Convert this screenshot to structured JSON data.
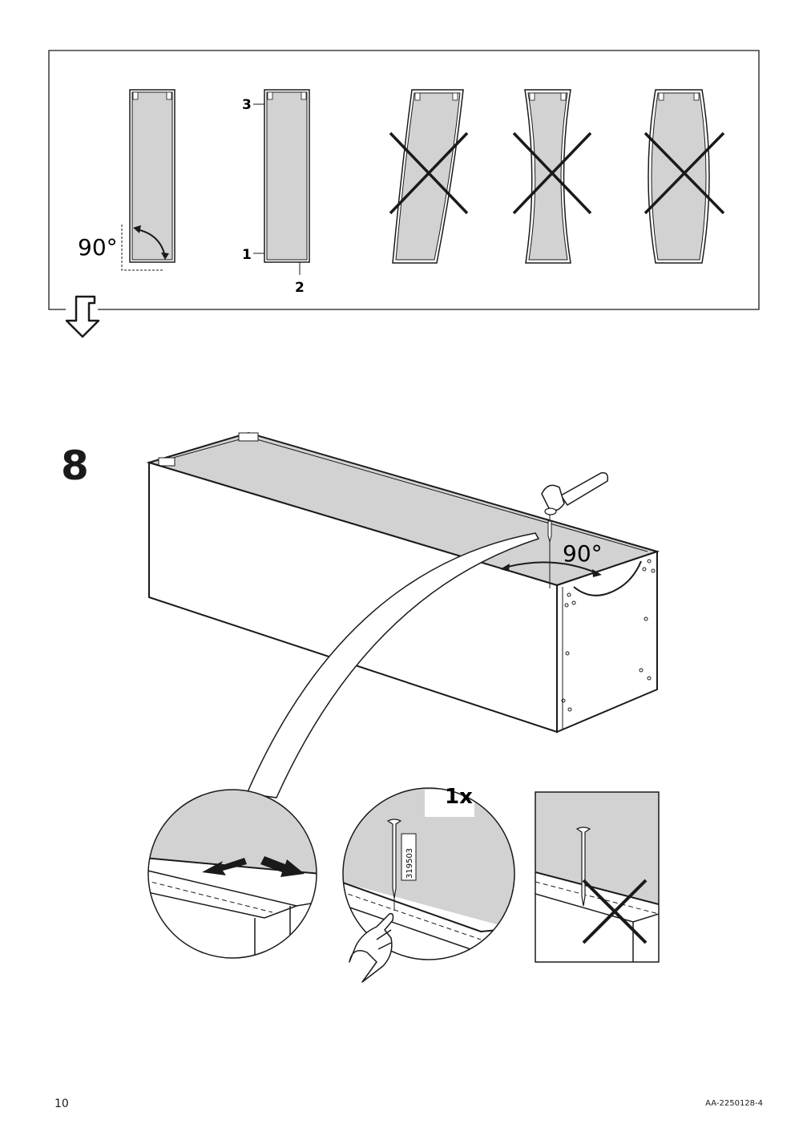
{
  "top_panel": {
    "angle_label": "90°",
    "point_labels": [
      "3",
      "1",
      "2"
    ]
  },
  "step": {
    "number": "8"
  },
  "main_figure": {
    "angle_label": "90°"
  },
  "nail_detail": {
    "quantity": "1x",
    "part_number": "319503"
  },
  "footer": {
    "page_number": "10",
    "doc_code": "AA-2250128-4"
  },
  "colors": {
    "panel_fill": "#d2d2d2",
    "line": "#1a1a1a",
    "background": "#ffffff"
  }
}
